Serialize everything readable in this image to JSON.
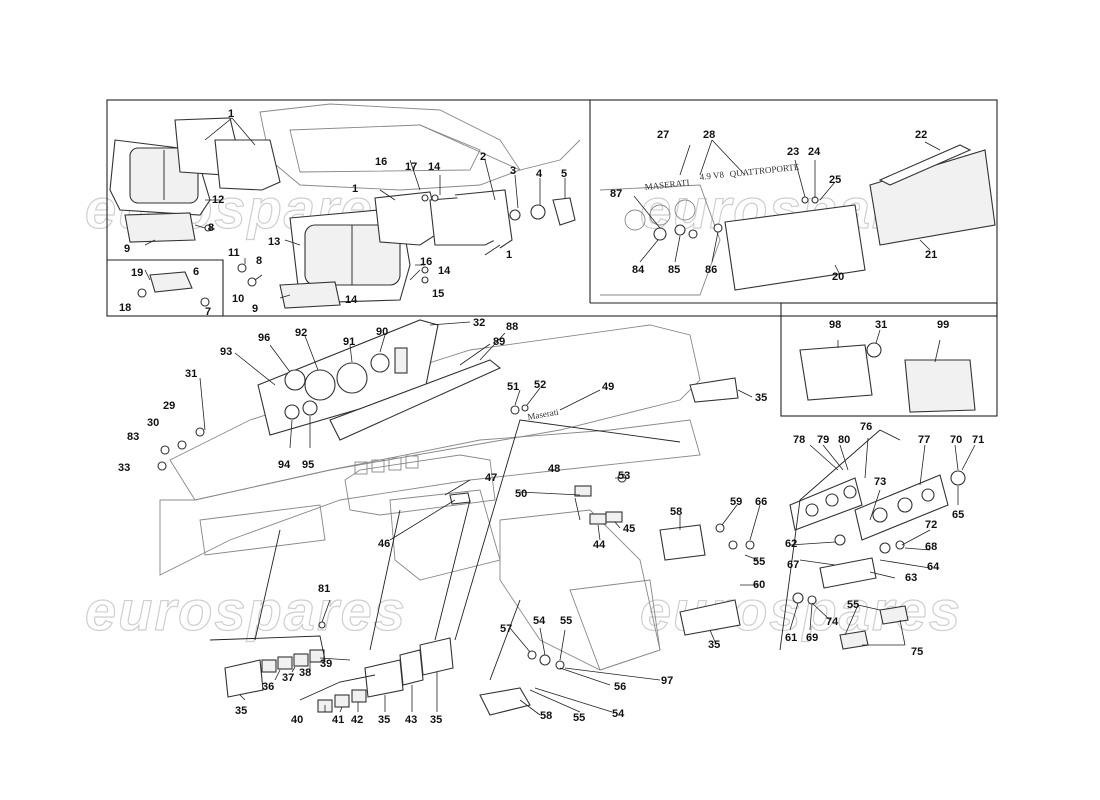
{
  "diagram": {
    "watermark": "eurospares",
    "badges": {
      "maserati_script": "MASERATI",
      "v8_badge": "4.9 V8",
      "quattroporte": "QUATTROPORTE",
      "dash_script": "Maserati"
    },
    "callouts": {
      "c1": "1",
      "c2": "2",
      "c3": "3",
      "c4": "4",
      "c5": "5",
      "c6": "6",
      "c7": "7",
      "c8": "8",
      "c9": "9",
      "c10": "10",
      "c11": "11",
      "c12": "12",
      "c13": "13",
      "c14": "14",
      "c15": "15",
      "c16": "16",
      "c17": "17",
      "c18": "18",
      "c19": "19",
      "c20": "20",
      "c21": "21",
      "c22": "22",
      "c23": "23",
      "c24": "24",
      "c25": "25",
      "c27": "27",
      "c28": "28",
      "c29": "29",
      "c30": "30",
      "c31": "31",
      "c32": "32",
      "c33": "33",
      "c35": "35",
      "c36": "36",
      "c37": "37",
      "c38": "38",
      "c39": "39",
      "c40": "40",
      "c41": "41",
      "c42": "42",
      "c43": "43",
      "c44": "44",
      "c45": "45",
      "c46": "46",
      "c47": "47",
      "c48": "48",
      "c49": "49",
      "c50": "50",
      "c51": "51",
      "c52": "52",
      "c53": "53",
      "c54": "54",
      "c55": "55",
      "c56": "56",
      "c57": "57",
      "c58": "58",
      "c59": "59",
      "c60": "60",
      "c61": "61",
      "c62": "62",
      "c63": "63",
      "c64": "64",
      "c65": "65",
      "c66": "66",
      "c67": "67",
      "c68": "68",
      "c69": "69",
      "c70": "70",
      "c71": "71",
      "c72": "72",
      "c73": "73",
      "c74": "74",
      "c75": "75",
      "c76": "76",
      "c77": "77",
      "c78": "78",
      "c79": "79",
      "c80": "80",
      "c81": "81",
      "c83": "83",
      "c84": "84",
      "c85": "85",
      "c86": "86",
      "c87": "87",
      "c88": "88",
      "c89": "89",
      "c90": "90",
      "c91": "91",
      "c92": "92",
      "c93": "93",
      "c94": "94",
      "c95": "95",
      "c96": "96",
      "c97": "97",
      "c98": "98",
      "c99": "99"
    }
  }
}
